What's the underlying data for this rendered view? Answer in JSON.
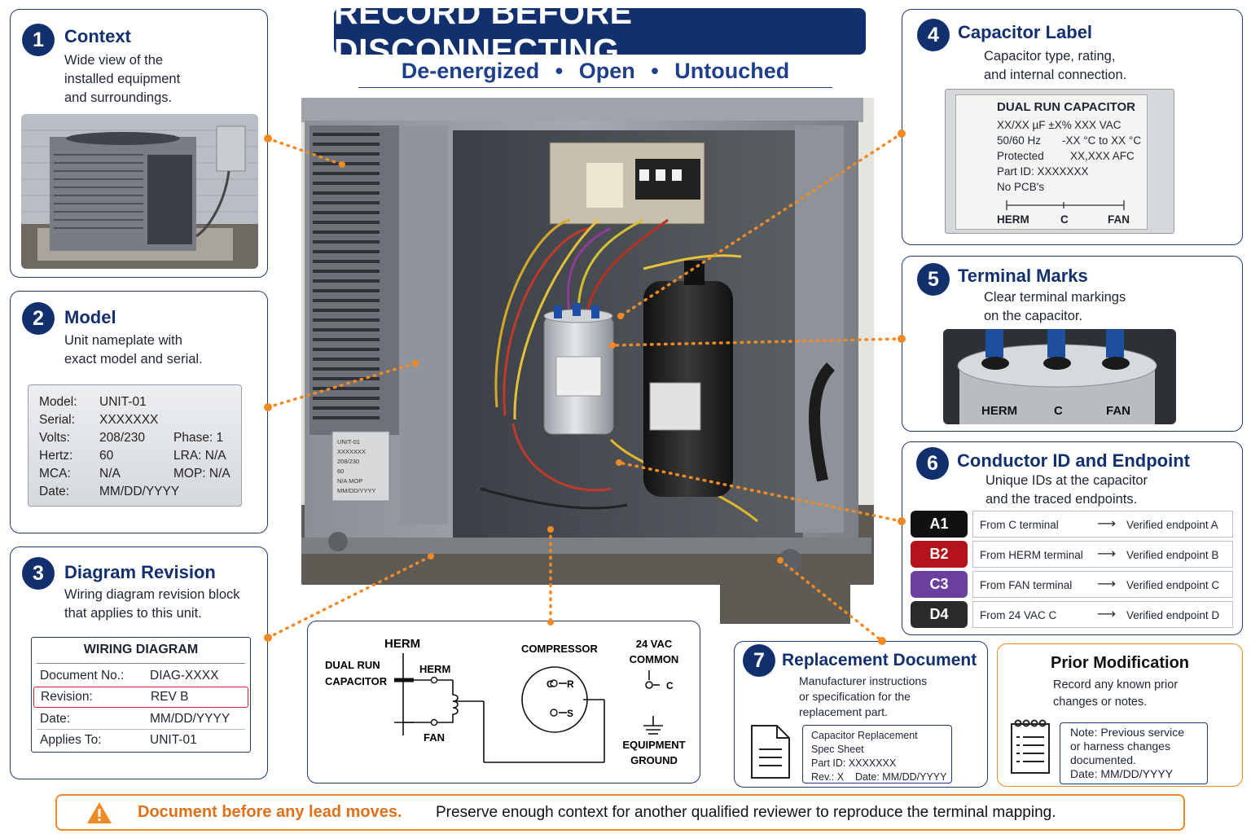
{
  "header": {
    "title": "RECORD BEFORE DISCONNECTING",
    "subtitle_parts": [
      "De-energized",
      "Open",
      "Untouched"
    ],
    "separator": "•"
  },
  "colors": {
    "navy": "#13306e",
    "orange": "#f08a24",
    "red": "#d9252a"
  },
  "sections": {
    "context": {
      "number": "1",
      "title": "Context",
      "desc": "Wide view of the\ninstalled equipment\nand surroundings."
    },
    "model": {
      "number": "2",
      "title": "Model",
      "desc": "Unit nameplate with\nexact model and serial.",
      "plate": {
        "model_label": "Model:",
        "model_value": "UNIT-01",
        "serial_label": "Serial:",
        "serial_value": "XXXXXXX",
        "volts_label": "Volts:",
        "volts_value": "208/230",
        "phase_label": "Phase: 1",
        "hertz_label": "Hertz:",
        "hertz_value": "60",
        "lra_label": "LRA:  N/A",
        "mca_label": "MCA:",
        "mca_value": "N/A",
        "mop_label": "MOP: N/A",
        "date_label": "Date:",
        "date_value": "MM/DD/YYYY"
      }
    },
    "diagram_revision": {
      "number": "3",
      "title": "Diagram Revision",
      "desc": "Wiring diagram revision block\nthat applies to this unit.",
      "table": {
        "heading": "WIRING DIAGRAM",
        "rows": [
          {
            "label": "Document No.:",
            "value": "DIAG-XXXX"
          },
          {
            "label": "Revision:",
            "value": "REV B"
          },
          {
            "label": "Date:",
            "value": "MM/DD/YYYY"
          },
          {
            "label": "Applies To:",
            "value": "UNIT-01"
          }
        ]
      }
    },
    "capacitor_label": {
      "number": "4",
      "title": "Capacitor Label",
      "desc": "Capacitor type, rating,\nand internal connection.",
      "label": {
        "heading": "DUAL RUN CAPACITOR",
        "line1_a": "XX/XX µF ±X%",
        "line1_b": "XXX VAC",
        "line2_a": "50/60 Hz",
        "line2_b": "-XX °C to XX °C",
        "line3_a": "Protected",
        "line3_b": "XX,XXX AFC",
        "line4": "Part ID:  XXXXXXX",
        "line5": "No PCB's",
        "terminals": [
          "HERM",
          "C",
          "FAN"
        ]
      }
    },
    "terminal_marks": {
      "number": "5",
      "title": "Terminal Marks",
      "desc": "Clear terminal markings\non the capacitor.",
      "terminals": [
        "HERM",
        "C",
        "FAN"
      ]
    },
    "conductor_id": {
      "number": "6",
      "title": "Conductor ID and Endpoint",
      "desc": "Unique IDs at the capacitor\nand the traced endpoints.",
      "rows": [
        {
          "id": "A1",
          "from": "From C terminal",
          "to": "Verified endpoint A",
          "color": "#111111"
        },
        {
          "id": "B2",
          "from": "From HERM terminal",
          "to": "Verified endpoint B",
          "color": "#b3141b"
        },
        {
          "id": "C3",
          "from": "From FAN terminal",
          "to": "Verified endpoint C",
          "color": "#6b3fa0"
        },
        {
          "id": "D4",
          "from": "From 24 VAC C",
          "to": "Verified endpoint D",
          "color": "#2b2b2b"
        }
      ],
      "arrow": "⟶"
    },
    "replacement_document": {
      "number": "7",
      "title": "Replacement Document",
      "desc": "Manufacturer instructions\nor specification for the\nreplacement part.",
      "doc": {
        "line1": "Capacitor Replacement",
        "line2": "Spec Sheet",
        "line3": "Part ID:  XXXXXXX",
        "line4": "Rev.: X    Date: MM/DD/YYYY"
      }
    },
    "prior_modification": {
      "title": "Prior Modification",
      "desc": "Record any known prior\nchanges or notes.",
      "note": "Note: Previous service\nor harness changes\ndocumented.\nDate: MM/DD/YYYY"
    }
  },
  "schematic": {
    "herm_top": "HERM",
    "cap_label": "DUAL RUN\nCAPACITOR",
    "herm_inner": "HERM",
    "fan": "FAN",
    "compressor": "COMPRESSOR",
    "c_term": "C",
    "r_term": "R",
    "s_term": "S",
    "vac_label": "24 VAC\nCOMMON",
    "vac_c": "C",
    "ground_label": "EQUIPMENT\nGROUND"
  },
  "footer": {
    "warning_bold": "Document before any lead moves.",
    "warning_text": "Preserve enough context for another qualified reviewer to reproduce the terminal mapping."
  },
  "photo": {
    "nameplate_lines": [
      "UNIT-01",
      "XXXXXXX",
      "208/230",
      "60",
      "N/A  MOP",
      "MM/DD/YYYY"
    ]
  }
}
